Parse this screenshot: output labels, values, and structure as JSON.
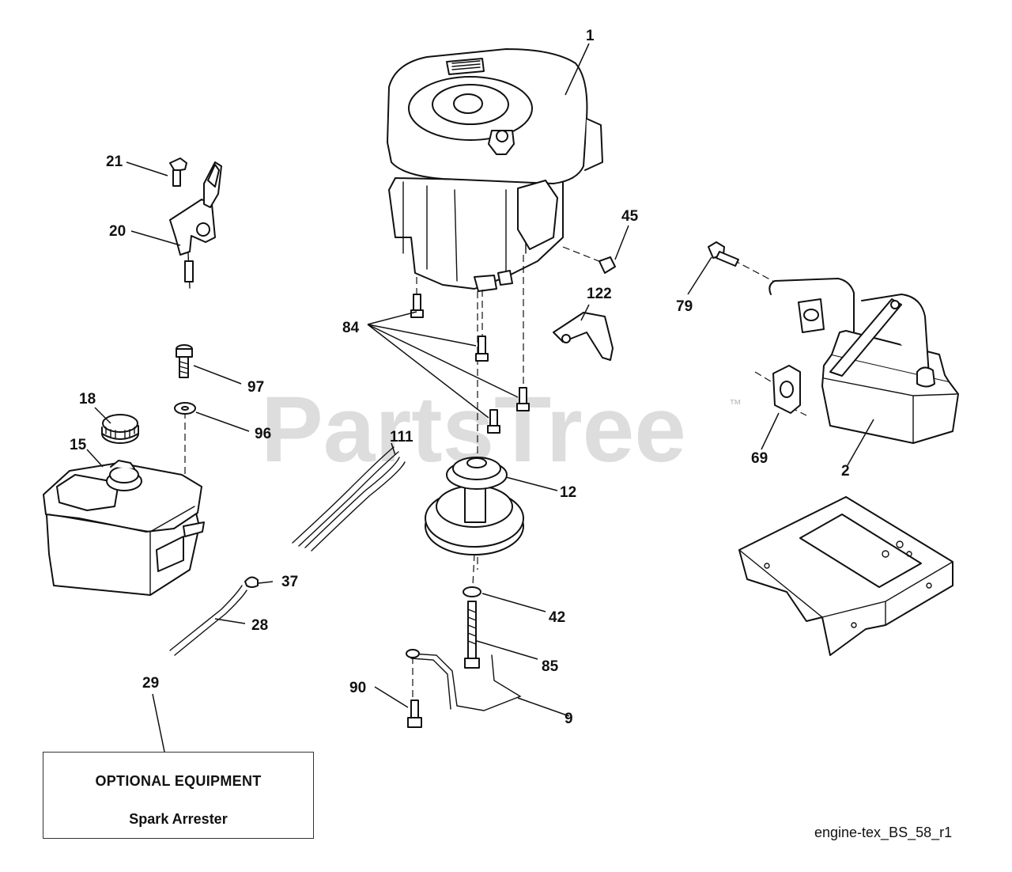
{
  "watermark": {
    "text": "PartsTree",
    "trademark": "™"
  },
  "callouts": {
    "c1": "1",
    "c2": "2",
    "c9": "9",
    "c12": "12",
    "c15": "15",
    "c18": "18",
    "c20": "20",
    "c21": "21",
    "c28": "28",
    "c29": "29",
    "c37": "37",
    "c42": "42",
    "c45": "45",
    "c69": "69",
    "c79": "79",
    "c84": "84",
    "c85": "85",
    "c90": "90",
    "c96": "96",
    "c97": "97",
    "c111": "111",
    "c122": "122"
  },
  "optional_box": {
    "title": "OPTIONAL EQUIPMENT",
    "subtitle": "Spark Arrester"
  },
  "diagram_id": "engine-tex_BS_58_r1"
}
